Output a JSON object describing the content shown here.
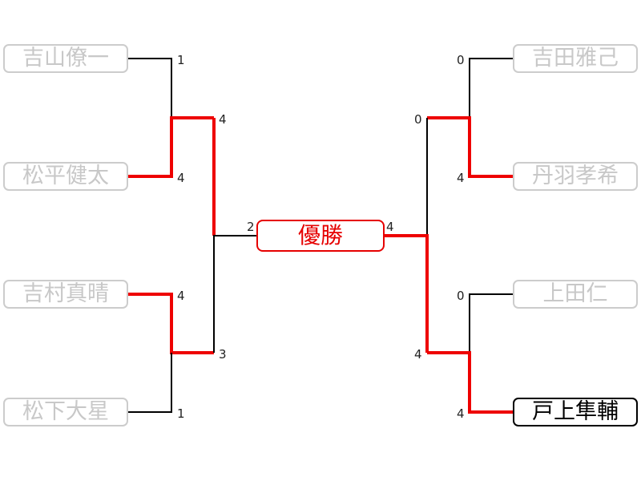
{
  "center_label": "優勝",
  "players": {
    "p1": "吉山僚一",
    "p2": "松平健太",
    "p3": "吉村真晴",
    "p4": "松下大星",
    "p5": "吉田雅己",
    "p6": "丹羽孝希",
    "p7": "上田仁",
    "p8": "戸上隼輔"
  },
  "champion": "戸上隼輔",
  "scores": {
    "r1_m1_top": "1",
    "r1_m1_bottom": "4",
    "r1_m2_top": "4",
    "r1_m2_bottom": "1",
    "sf_left_top": "4",
    "sf_left_bottom": "3",
    "final_left": "2",
    "r1_m3_top": "0",
    "r1_m3_bottom": "4",
    "r1_m4_top": "0",
    "r1_m4_bottom": "4",
    "sf_right_top": "0",
    "sf_right_bottom": "4",
    "final_right": "4"
  },
  "colors": {
    "win_path": "#ee0000",
    "line": "#000000",
    "box_border": "#cccccc",
    "champion_border": "#000000",
    "final_accent": "#e60000"
  }
}
